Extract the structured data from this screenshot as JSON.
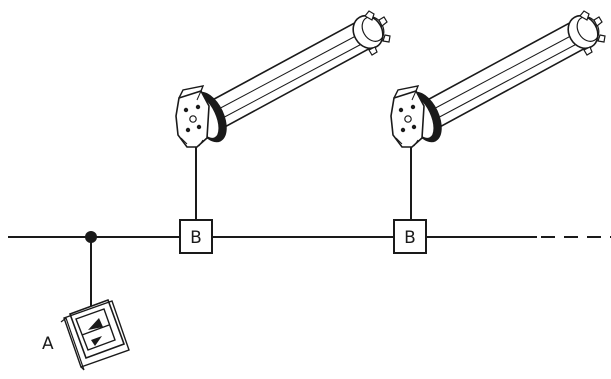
{
  "labels": {
    "switch": "A",
    "module_1": "B",
    "module_2": "B"
  },
  "icons": {
    "motor": "tubular-motor-icon",
    "switch": "wall-switch-icon",
    "junction": "junction-dot-icon"
  },
  "colors": {
    "line": "#1a1a1a",
    "background": "#ffffff",
    "motor_body": "#ffffff",
    "motor_ring": "#1a1a1a"
  }
}
